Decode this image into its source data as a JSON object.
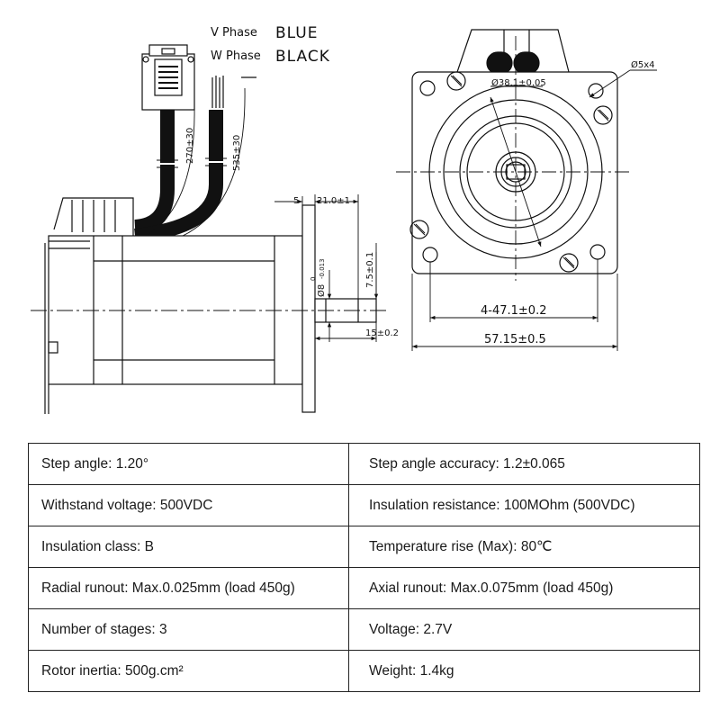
{
  "drawing": {
    "labels": {
      "v_phase": "V Phase",
      "v_color": "BLUE",
      "w_phase": "W Phase",
      "w_color": "BLACK",
      "cable_270": "270±30",
      "cable_535": "535±30",
      "dim_5": "5",
      "dim_21": "21.0±1",
      "dim_shaft_dia": "Ø8",
      "dim_shaft_tol_upper": "0",
      "dim_shaft_tol_lower": "-0.013",
      "dim_7_5": "7.5±0.1",
      "dim_15": "15±0.2",
      "dim_pilot": "Ø38.1±0.05",
      "dim_holes": "Ø5x4",
      "dim_47": "4-47.1±0.2",
      "dim_57": "57.15±0.5"
    }
  },
  "specs": {
    "rows": [
      {
        "left": "Step angle: 1.20°",
        "right": "Step angle accuracy: 1.2±0.065"
      },
      {
        "left": "Withstand voltage: 500VDC",
        "right": "Insulation resistance: 100MOhm (500VDC)"
      },
      {
        "left": "Insulation class: B",
        "right": "Temperature rise (Max): 80℃"
      },
      {
        "left": "Radial runout: Max.0.025mm (load 450g)",
        "right": "Axial runout: Max.0.075mm (load 450g)"
      },
      {
        "left": "Number of stages: 3",
        "right": "Voltage: 2.7V"
      },
      {
        "left": "Rotor inertia: 500g.cm²",
        "right": "Weight: 1.4kg"
      }
    ]
  }
}
